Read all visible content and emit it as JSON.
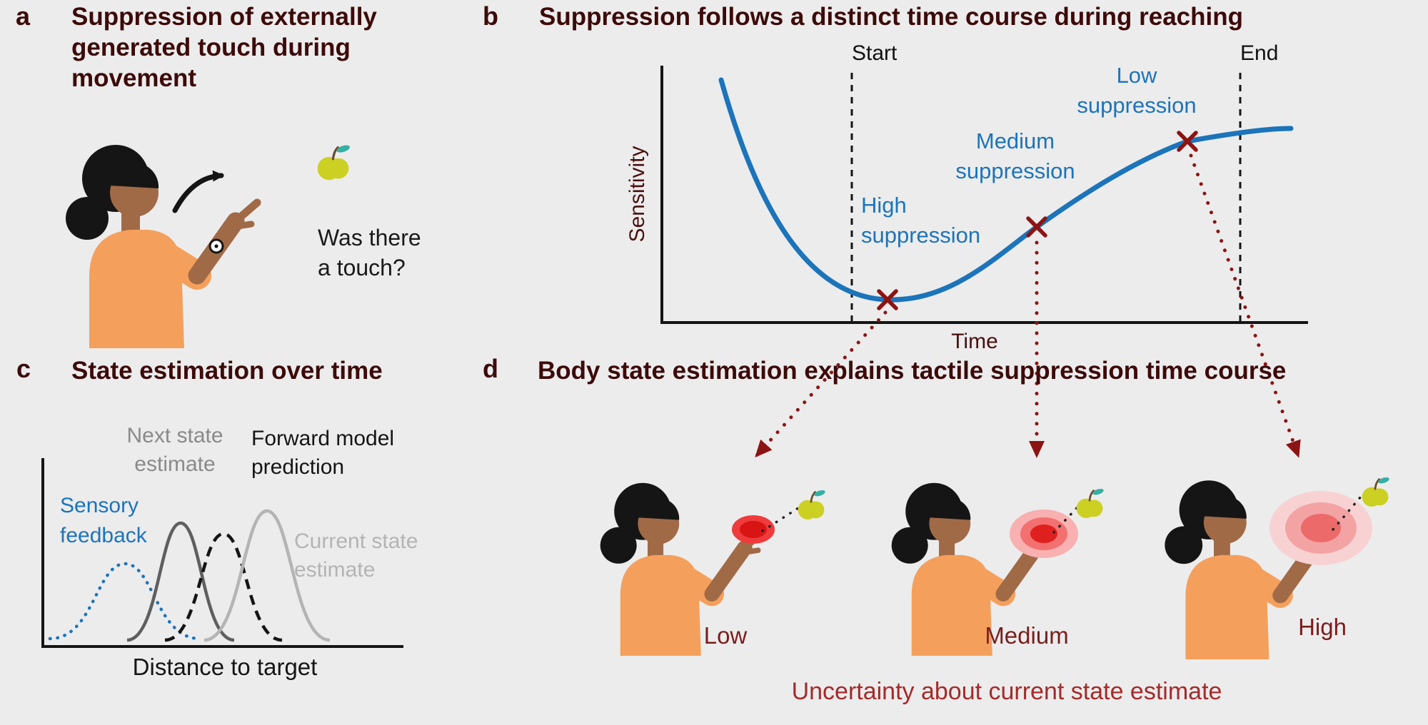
{
  "figure": {
    "background": "#ececec"
  },
  "colors": {
    "title_maroon": "#3d0a0a",
    "accent_blue": "#1c74ba",
    "marker_red": "#8c1414",
    "arrow_red": "#8c1414",
    "level_maroon": "#7a1d1d",
    "caption_red": "#a52a2a",
    "skin": "#a16a47",
    "shirt_orange": "#f4a05c",
    "hair_black": "#151515",
    "apple_green": "#ccd022",
    "leaf_teal": "#35b0a5",
    "uncertainty_red": "#e52020"
  },
  "icons": {
    "x_marker": "cross-marker",
    "person": "person-figure",
    "apple": "apple-icon",
    "motion_arrow": "curved-arrow-icon",
    "touch_point": "touch-probe-icon"
  },
  "panel_a": {
    "label": "a",
    "title_lines": [
      "Suppression of externally",
      "generated touch during",
      "movement"
    ],
    "question_lines": [
      "Was there",
      "a touch?"
    ]
  },
  "panel_b": {
    "label": "b",
    "title": "Suppression follows a distinct time course during reaching",
    "y_axis_label": "Sensitivity",
    "x_axis_label": "Time",
    "start_label": "Start",
    "end_label": "End",
    "annotations": [
      {
        "lines": [
          "High",
          "suppression"
        ]
      },
      {
        "lines": [
          "Medium",
          "suppression"
        ]
      },
      {
        "lines": [
          "Low",
          "suppression"
        ]
      }
    ]
  },
  "panel_c": {
    "label": "c",
    "title": "State estimation over time",
    "x_axis_label": "Distance to target",
    "labels": {
      "sensory_lines": [
        "Sensory",
        "feedback"
      ],
      "next_lines": [
        "Next state",
        "estimate"
      ],
      "forward_lines": [
        "Forward model",
        "prediction"
      ],
      "current_lines": [
        "Current state",
        "estimate"
      ]
    }
  },
  "panel_d": {
    "label": "d",
    "title": "Body state estimation explains tactile suppression time course",
    "levels": [
      "Low",
      "Medium",
      "High"
    ],
    "caption": "Uncertainty about current state estimate"
  },
  "chart_data": [
    {
      "id": "suppression_time_course",
      "type": "line",
      "title": "Suppression follows a distinct time course during reaching",
      "xlabel": "Time",
      "ylabel": "Sensitivity",
      "x_range": [
        0,
        1
      ],
      "y_range": [
        0,
        1
      ],
      "grid": false,
      "events": {
        "start_x": 0.27,
        "end_x": 0.9
      },
      "series": [
        {
          "name": "Sensitivity",
          "color": "#1c74ba",
          "x": [
            0.09,
            0.15,
            0.22,
            0.3,
            0.4,
            0.5,
            0.6,
            0.7,
            0.8,
            0.9,
            0.97
          ],
          "y": [
            0.95,
            0.6,
            0.25,
            0.09,
            0.12,
            0.25,
            0.42,
            0.58,
            0.71,
            0.77,
            0.78
          ]
        }
      ],
      "markers": [
        {
          "label": "High suppression",
          "x": 0.3,
          "y": 0.09
        },
        {
          "label": "Medium suppression",
          "x": 0.55,
          "y": 0.37
        },
        {
          "label": "Low suppression",
          "x": 0.78,
          "y": 0.69
        }
      ]
    },
    {
      "id": "state_estimation",
      "type": "line",
      "title": "State estimation over time",
      "xlabel": "Distance to target",
      "ylabel": "",
      "grid": false,
      "series": [
        {
          "name": "Sensory feedback",
          "style": "dotted",
          "color": "#1c74ba",
          "peak_x": 0.23,
          "peak_height": 0.4,
          "half_width": 0.21
        },
        {
          "name": "Next state estimate",
          "style": "solid",
          "color": "#5f5f5f",
          "peak_x": 0.38,
          "peak_height": 0.62,
          "half_width": 0.15
        },
        {
          "name": "Forward model prediction",
          "style": "dashed",
          "color": "#151515",
          "peak_x": 0.5,
          "peak_height": 0.56,
          "half_width": 0.16
        },
        {
          "name": "Current state estimate",
          "style": "solid",
          "color": "#b4b4b4",
          "peak_x": 0.62,
          "peak_height": 0.68,
          "half_width": 0.17
        }
      ]
    },
    {
      "id": "uncertainty_levels",
      "type": "table",
      "categories": [
        "Low",
        "Medium",
        "High"
      ],
      "values": [
        1,
        2,
        3
      ],
      "title": "Uncertainty about current state estimate"
    }
  ]
}
